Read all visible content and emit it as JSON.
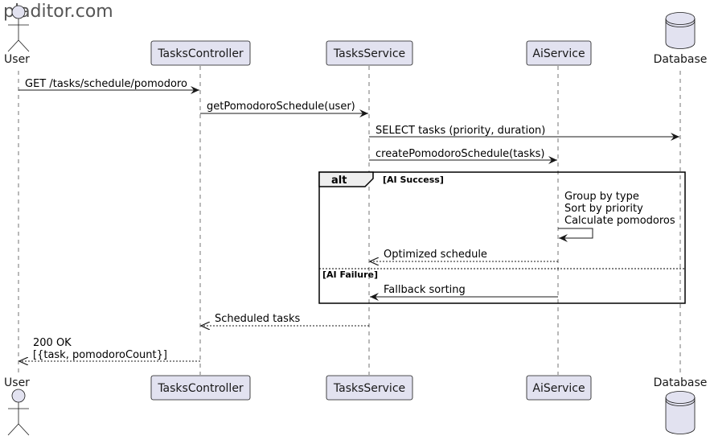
{
  "watermark": "pladitor.com",
  "participants": [
    {
      "id": "user",
      "label": "User",
      "kind": "actor"
    },
    {
      "id": "tasks_controller",
      "label": "TasksController",
      "kind": "box"
    },
    {
      "id": "tasks_service",
      "label": "TasksService",
      "kind": "box"
    },
    {
      "id": "ai_service",
      "label": "AiService",
      "kind": "box"
    },
    {
      "id": "database",
      "label": "Database",
      "kind": "database"
    }
  ],
  "messages": [
    {
      "from": "user",
      "to": "tasks_controller",
      "lines": [
        "GET /tasks/schedule/pomodoro"
      ],
      "style": "solid"
    },
    {
      "from": "tasks_controller",
      "to": "tasks_service",
      "lines": [
        "getPomodoroSchedule(user)"
      ],
      "style": "solid"
    },
    {
      "from": "tasks_service",
      "to": "database",
      "lines": [
        "SELECT tasks (priority, duration)"
      ],
      "style": "solid"
    },
    {
      "from": "tasks_service",
      "to": "ai_service",
      "lines": [
        "createPomodoroSchedule(tasks)"
      ],
      "style": "solid"
    },
    {
      "from": "ai_service",
      "to": "ai_service",
      "lines": [
        "Group by type",
        "Sort by priority",
        "Calculate pomodoros"
      ],
      "style": "self"
    },
    {
      "from": "ai_service",
      "to": "tasks_service",
      "lines": [
        "Optimized schedule"
      ],
      "style": "dashed"
    },
    {
      "from": "ai_service",
      "to": "tasks_service",
      "lines": [
        "Fallback sorting"
      ],
      "style": "solid"
    },
    {
      "from": "tasks_service",
      "to": "tasks_controller",
      "lines": [
        "Scheduled tasks"
      ],
      "style": "dashed"
    },
    {
      "from": "tasks_controller",
      "to": "user",
      "lines": [
        "200 OK",
        "[{task, pomodoroCount}]"
      ],
      "style": "dashed"
    }
  ],
  "alt_fragment": {
    "keyword": "alt",
    "success_guard": "[AI Success]",
    "failure_guard": "[AI Failure]"
  }
}
